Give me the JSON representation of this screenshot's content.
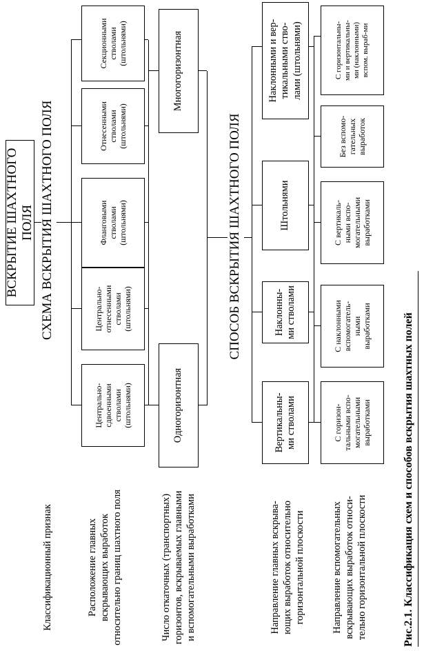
{
  "root": "ВСКРЫТИЕ ШАХТНОГО ПОЛЯ",
  "scheme": {
    "title": "СХЕМА ВСКРЫТИЯ ШАХТНОГО ПОЛЯ",
    "location_boxes": [
      "Центрально-\nсдвоенными\nстволами\n(штольнями)",
      "Центрально-\nотнесенными\nстволами\n(штольнями)",
      "Фланговыми\nстволами\n(штольнями)",
      "Отнесенными\nстволами\n(штольнями)",
      "Секционными\nстволами\n(штольнями)"
    ],
    "horizon_boxes": [
      "Одногоризонтная",
      "Многогоризонтная"
    ]
  },
  "method": {
    "title": "СПОСОБ ВСКРЫТИЯ ШАХТНОГО ПОЛЯ",
    "main_boxes": [
      "Вертикальны-\nми стволами",
      "Наклонны-\nми стволами",
      "Штольнями",
      "Наклонными и вер-\nтикальными ство-\nлами (штольнями)"
    ],
    "aux_boxes": [
      "С горизон-\nтальными вспо-\nмогательными\nвыработками",
      "С наклонными\nвспомогатель-\nными\nвыработками",
      "С вертикаль-\nными вспо-\nмогательными\nвыработками",
      "Без вспомо-\nгательных\nвыработок",
      "С горизонтальны-\nми и вертикальны-\nми (наклонными)\nвспом. выраб-ми"
    ]
  },
  "criteria": {
    "header": "Классификационный признак",
    "items": [
      "Расположение главных\nвскрывающих выработок\nотносительно границ шахтного поля",
      "Число откаточных (транспортных)\nгоризонтов, вскрываемых главными\nи вспомогательными выработками",
      "Направление главных вскрыва-\nющих выработок относительно\nгоризонтальной плоскости",
      "Направление вспомогательных\nвскрывающих выработок относи-\nтельно горизонтальной плоскости"
    ]
  },
  "caption": "Рис.2.1. Классификация схем и способов вскрытия шахтных полей"
}
